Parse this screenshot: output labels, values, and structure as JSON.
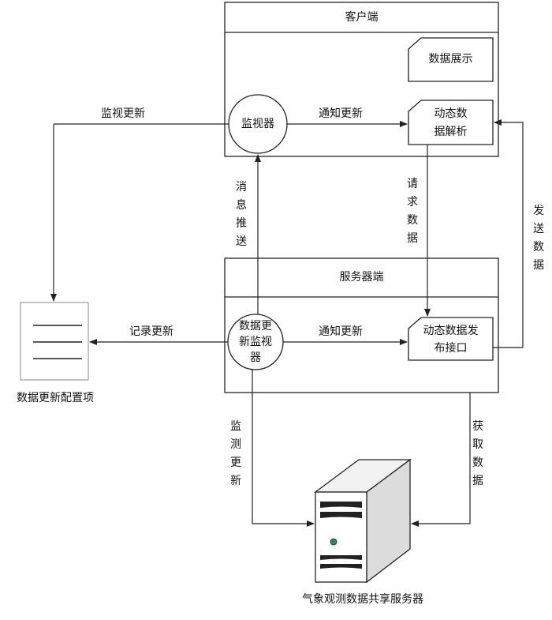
{
  "client": {
    "title": "客户端",
    "display_label": "数据展示",
    "parser_label_l1": "动态数",
    "parser_label_l2": "据解析",
    "monitor_label": "监视器"
  },
  "server": {
    "title": "服务器端",
    "monitor_l1": "数据更",
    "monitor_l2": "新监视",
    "monitor_l3": "器",
    "api_l1": "动态数据发",
    "api_l2": "布接口"
  },
  "config_label": "数据更新配置项",
  "server_host_label": "气象观测数据共享服务器",
  "arrows": {
    "monitor_update": "监视更新",
    "notify_update_client": "通知更新",
    "notify_update_server": "通知更新",
    "record_update": "记录更新",
    "push_message": "消息推送",
    "request_data": "请求数据",
    "send_data": "发送数据",
    "detect_update": "监测更新",
    "fetch_data": "获取数据"
  },
  "colors": {
    "stroke": "#222222",
    "server_face": "#ffffff",
    "server_side": "#e8e8e8"
  }
}
